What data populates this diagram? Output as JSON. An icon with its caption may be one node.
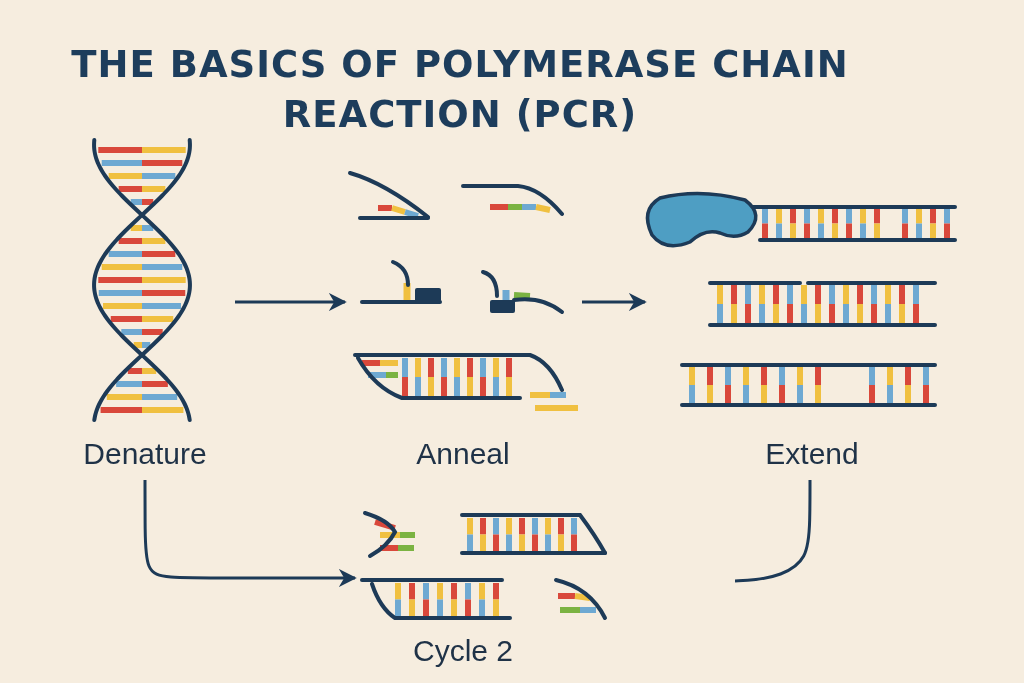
{
  "diagram": {
    "title": "THE BASICS OF POLYMERASE CHAIN REACTION (PCR)",
    "nodes": [
      {
        "text": [
          "Denature"
        ]
      },
      {
        "text": [
          "Anneal"
        ]
      },
      {
        "text": [
          "Extend"
        ]
      },
      {
        "text": [
          "Cycle 2"
        ]
      }
    ],
    "edges": [
      {
        "from": 0,
        "to": 1,
        "arrow": "to"
      },
      {
        "from": 1,
        "to": 2,
        "arrow": "to"
      },
      {
        "from": 0,
        "to": 3,
        "arrow": "to"
      },
      {
        "from": 2,
        "to": null,
        "arrow": "none"
      }
    ]
  }
}
